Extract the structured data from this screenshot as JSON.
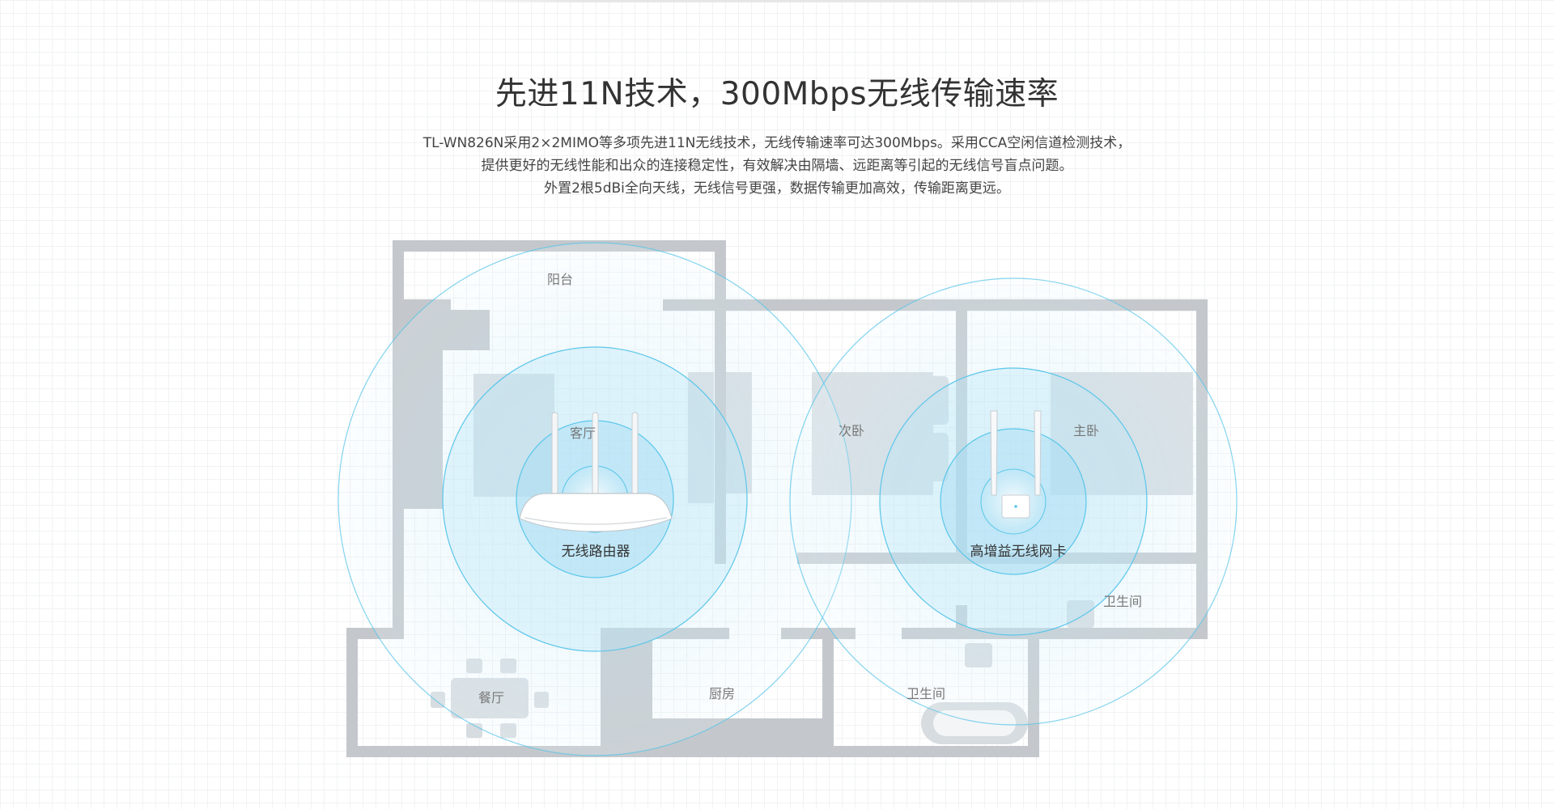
{
  "hero": {
    "title": "先进11N技术，300Mbps无线传输速率",
    "desc_lines": [
      "TL-WN826N采用2×2MIMO等多项先进11N无线技术，无线传输速率可达300Mbps。采用CCA空闲信道检测技术，",
      "提供更好的无线性能和出众的连接稳定性，有效解决由隔墙、远距离等引起的无线信号盲点问题。",
      "外置2根5dBi全向天线，无线信号更强，数据传输更加高效，传输距离更远。"
    ]
  },
  "floorplan": {
    "rooms": {
      "balcony": "阳台",
      "living_room": "客厅",
      "second_bedroom": "次卧",
      "master_bedroom": "主卧",
      "bathroom_right": "卫生间",
      "dining_room": "餐厅",
      "kitchen": "厨房",
      "bathroom_bottom": "卫生间"
    },
    "devices": {
      "router": "无线路由器",
      "adapter": "高增益无线网卡"
    }
  },
  "colors": {
    "wall": "#c4c8cc",
    "furniture": "#d7dce0",
    "signal": "#5bc6ea",
    "background_grid": "#f1f2f4"
  },
  "icons": [
    "router-icon",
    "usb-adapter-icon"
  ]
}
